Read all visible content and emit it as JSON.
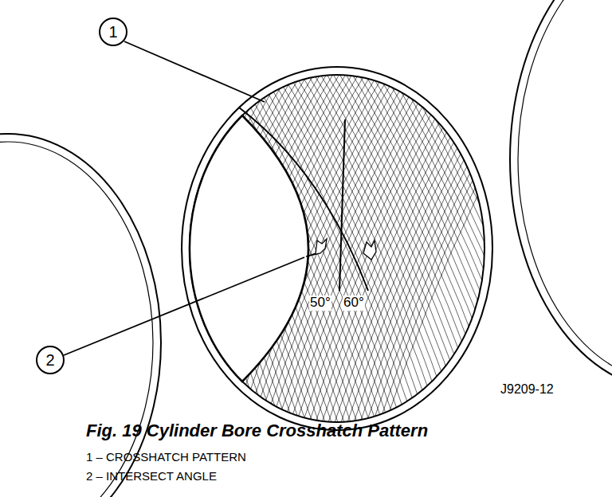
{
  "diagram": {
    "caption": "Fig. 19 Cylinder Bore Crosshatch Pattern",
    "nodes": [
      {
        "text": [
          "1"
        ]
      },
      {
        "text": [
          "2"
        ]
      }
    ],
    "labels": [
      "50°",
      "60°",
      "J9209-12",
      "1 – CROSSHATCH PATTERN",
      "2 – INTERSECT ANGLE"
    ]
  }
}
